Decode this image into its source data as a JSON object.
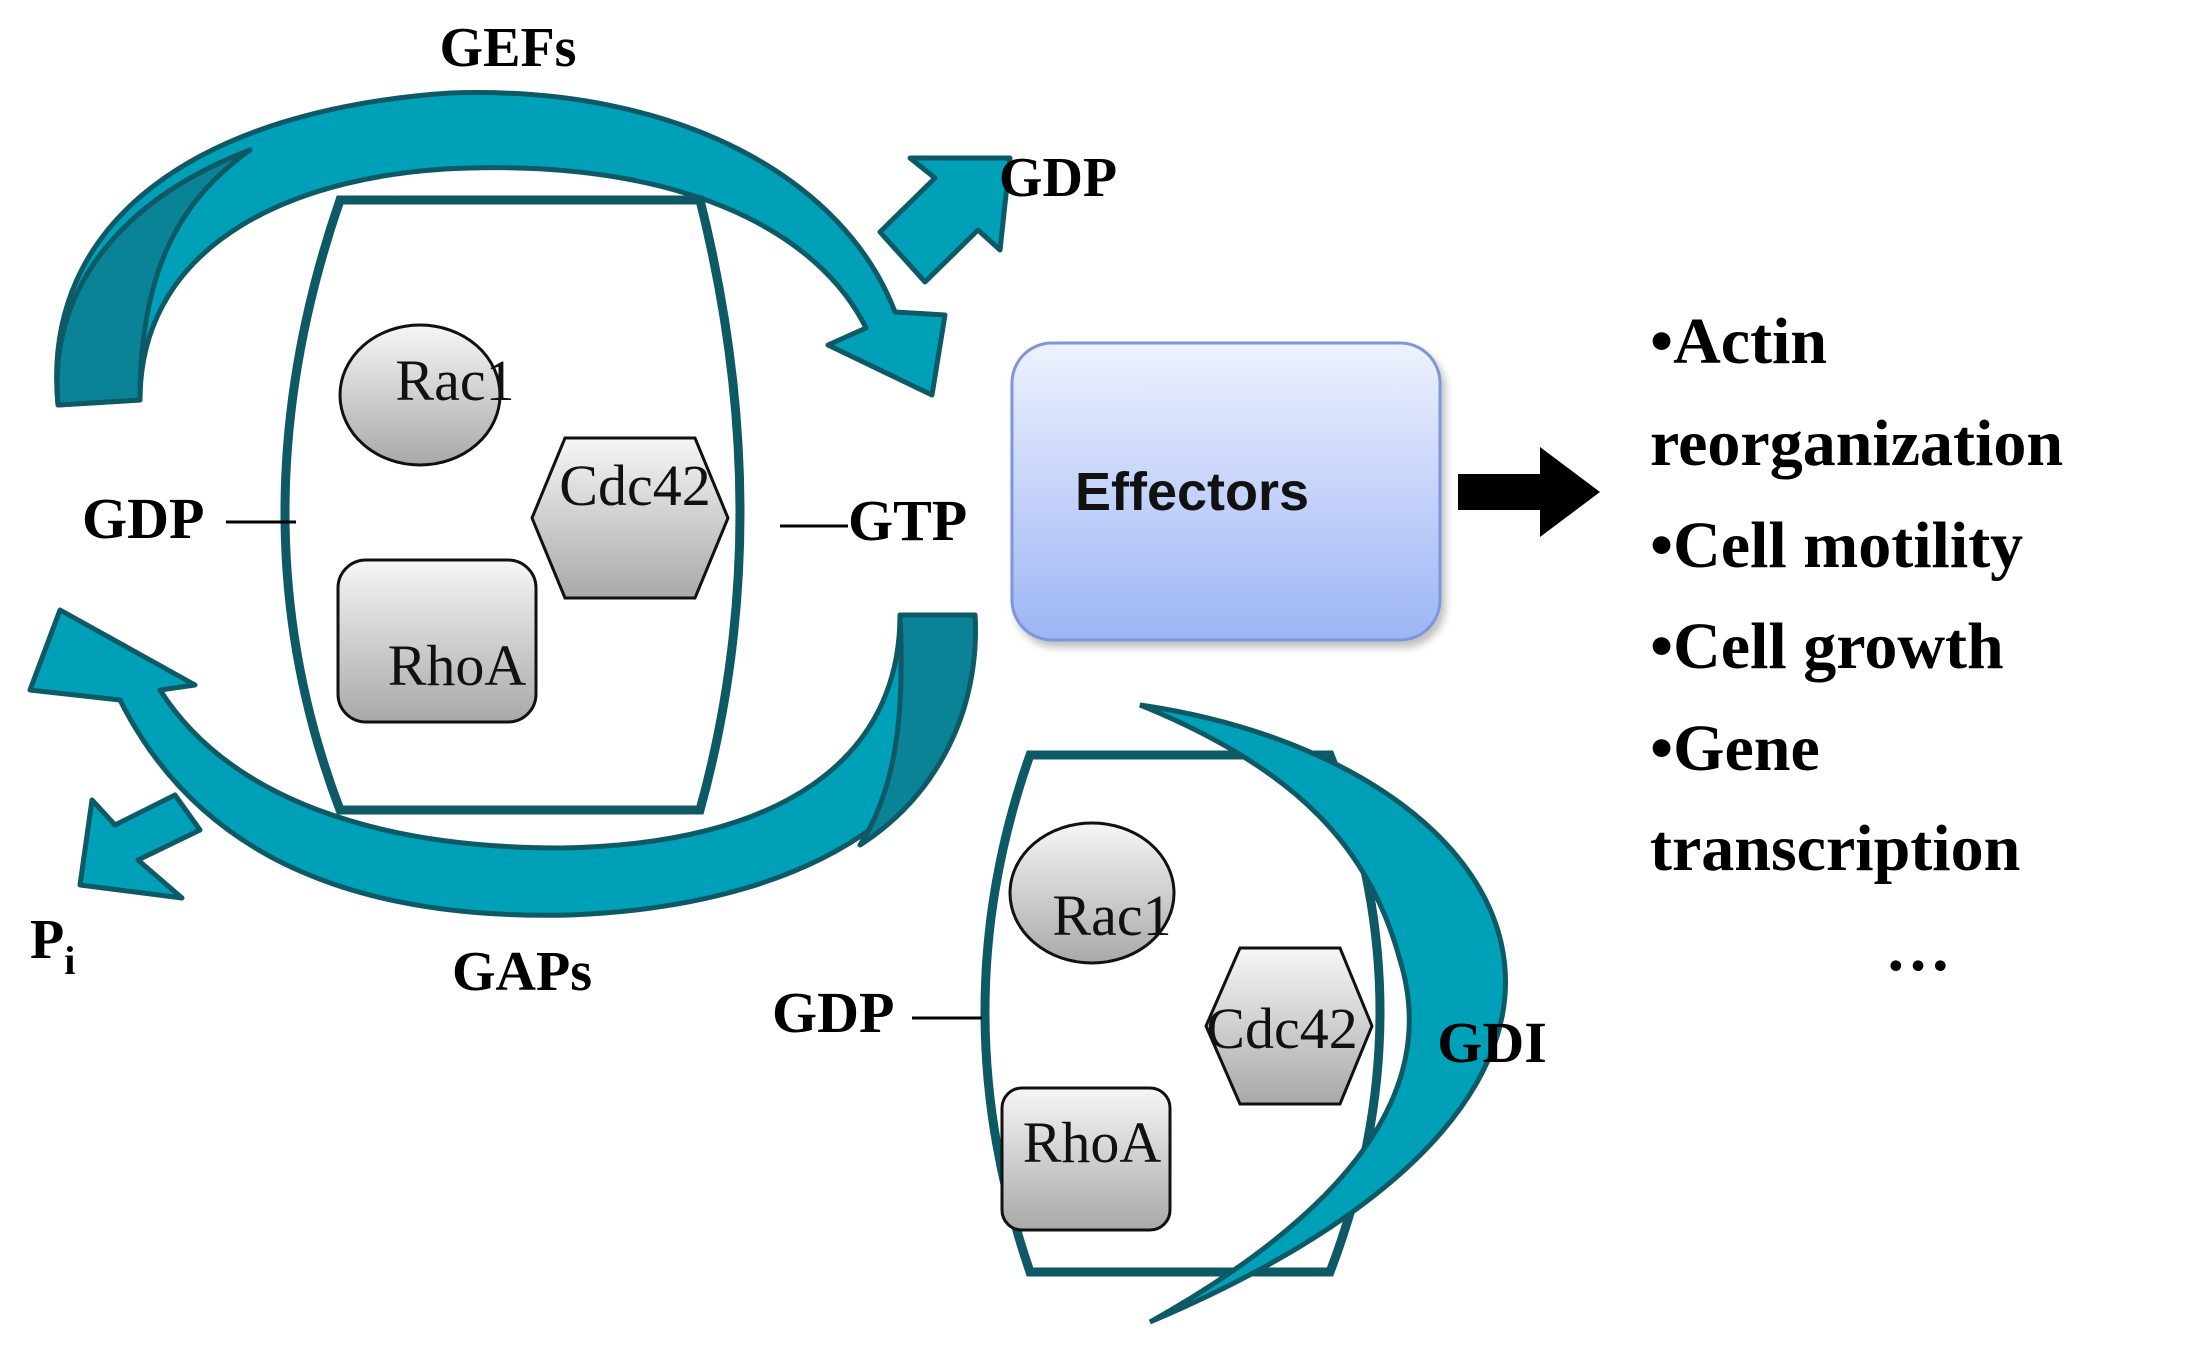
{
  "colors": {
    "cycle_arrows": "#00a0b8",
    "cycle_outline": "#0d5a66",
    "effectors_fill_top": "#eef2ff",
    "effectors_fill_bottom": "#9db5f5",
    "gdi_fill": "#00a0b8"
  },
  "cycle": {
    "gefs_label": "GEFs",
    "gaps_label": "GAPs",
    "gdp_released_label": "GDP",
    "pi_label": "P",
    "pi_subscript": "i",
    "left_state_label": "GDP",
    "right_state_label": "GTP"
  },
  "proteins": {
    "rac1": "Rac1",
    "cdc42": "Cdc42",
    "rhoa": "RhoA"
  },
  "effectors": {
    "label": "Effectors"
  },
  "outcomes": [
    "•Actin",
    "reorganization",
    "•Cell motility",
    "•Cell growth",
    "•Gene",
    "transcription",
    "…"
  ],
  "gdi_complex": {
    "gdp_label": "GDP",
    "gdi_label": "GDI",
    "rac1": "Rac1",
    "cdc42": "Cdc42",
    "rhoa": "RhoA"
  }
}
